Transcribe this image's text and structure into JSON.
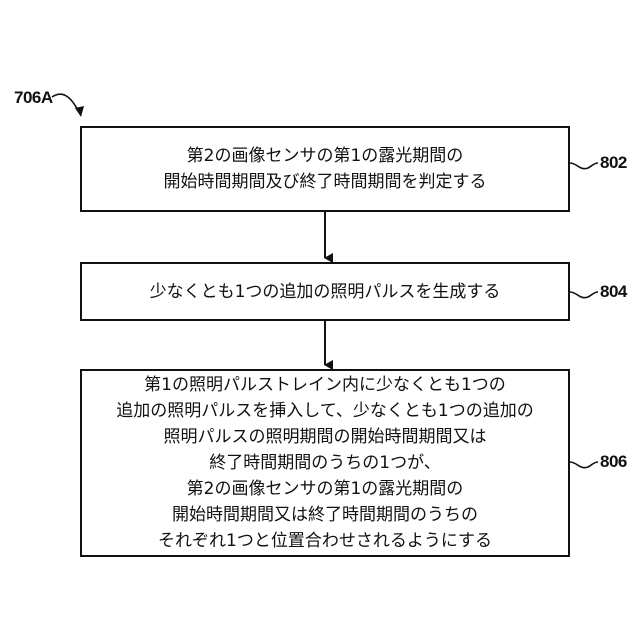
{
  "figure_label": "706A",
  "steps": [
    {
      "ref": "802",
      "lines": [
        "第2の画像センサの第1の露光期間の",
        "開始時間期間及び終了時間期間を判定する"
      ]
    },
    {
      "ref": "804",
      "lines": [
        "少なくとも1つの追加の照明パルスを生成する"
      ]
    },
    {
      "ref": "806",
      "lines": [
        "第1の照明パルストレイン内に少なくとも1つの",
        "追加の照明パルスを挿入して、少なくとも1つの追加の",
        "照明パルスの照明期間の開始時間期間又は",
        "終了時間期間のうちの1つが、",
        "第2の画像センサの第1の露光期間の",
        "開始時間期間又は終了時間期間のうちの",
        "それぞれ1つと位置合わせされるようにする"
      ]
    }
  ]
}
